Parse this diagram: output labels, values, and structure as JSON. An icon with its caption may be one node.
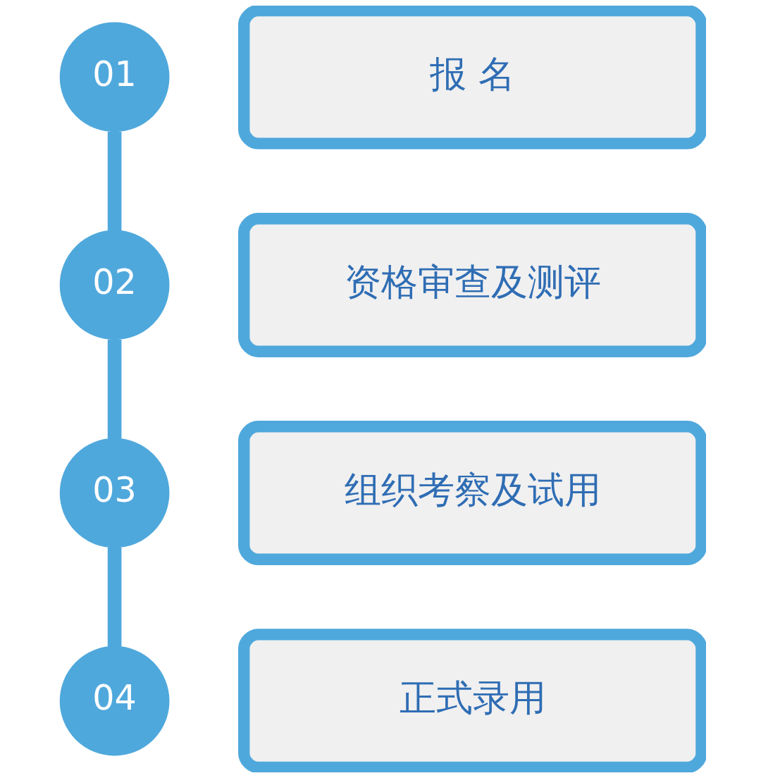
{
  "diagram": {
    "nodes": [
      {
        "text": [
          "01"
        ]
      },
      {
        "text": [
          "报 名"
        ]
      },
      {
        "text": [
          "02"
        ]
      },
      {
        "text": [
          "资格审查及测评"
        ]
      },
      {
        "text": [
          "03"
        ]
      },
      {
        "text": [
          "组织考察及试用"
        ]
      },
      {
        "text": [
          "04"
        ]
      },
      {
        "text": [
          "正式录用"
        ]
      }
    ],
    "edges": [
      {
        "from": 0,
        "to": 2,
        "arrow": "none"
      },
      {
        "from": 2,
        "to": 4,
        "arrow": "none"
      },
      {
        "from": 4,
        "to": 6,
        "arrow": "none"
      }
    ]
  }
}
